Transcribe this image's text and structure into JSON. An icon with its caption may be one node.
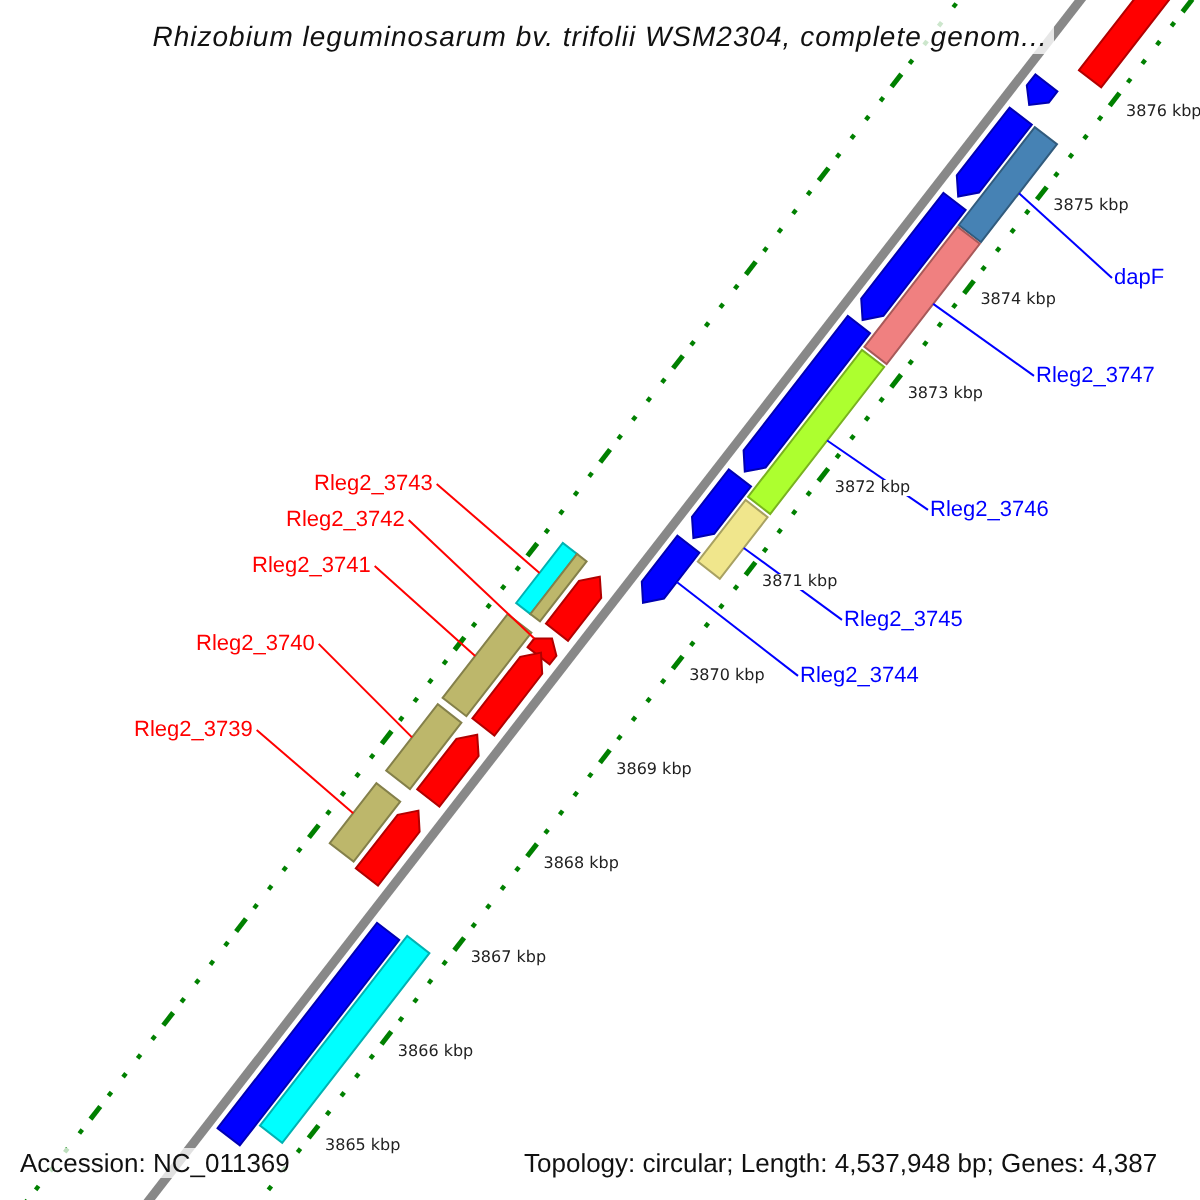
{
  "diagram": {
    "title": "Rhizobium leguminosarum bv. trifolii WSM2304, complete genom...",
    "nodes": [
      {
        "text": [
          "dapF"
        ]
      },
      {
        "text": [
          "Rleg2_3747"
        ]
      },
      {
        "text": [
          "Rleg2_3743"
        ]
      },
      {
        "text": [
          "Rleg2_3742"
        ]
      },
      {
        "text": [
          "Rleg2_3746"
        ]
      },
      {
        "text": [
          "Rleg2_3741"
        ]
      },
      {
        "text": [
          "Rleg2_3745"
        ]
      },
      {
        "text": [
          "Rleg2_3740"
        ]
      },
      {
        "text": [
          "Rleg2_3744"
        ]
      },
      {
        "text": [
          "Rleg2_3739"
        ]
      },
      {
        "text": [],
        "shape": "bar"
      },
      {
        "text": [],
        "shape": "bar"
      },
      {
        "text": [],
        "shape": "bar"
      },
      {
        "text": [],
        "shape": "arrow"
      },
      {
        "text": [],
        "shape": "bar"
      },
      {
        "text": [],
        "shape": "bar"
      },
      {
        "text": [],
        "shape": "bar"
      },
      {
        "text": [],
        "shape": "bar"
      },
      {
        "text": [],
        "shape": "arrow"
      },
      {
        "text": [],
        "shape": "bar"
      },
      {
        "text": [],
        "shape": "bar"
      },
      {
        "text": [],
        "shape": "arrow"
      },
      {
        "text": [],
        "shape": "arrow"
      },
      {
        "text": [],
        "shape": "arrow"
      },
      {
        "text": [],
        "shape": "arrow"
      },
      {
        "text": [],
        "shape": "arrow"
      },
      {
        "text": [],
        "shape": "arrow"
      },
      {
        "text": [],
        "shape": "arrow"
      },
      {
        "text": [],
        "shape": "arrow"
      },
      {
        "text": [],
        "shape": "arrow"
      },
      {
        "text": [],
        "shape": "bar"
      },
      {
        "text": [],
        "shape": "bar"
      },
      {
        "text": [],
        "shape": "arrow"
      }
    ],
    "edges": [
      {
        "from": 0,
        "to": 10,
        "arrow": "none",
        "color": "#0000ff"
      },
      {
        "from": 1,
        "to": 11,
        "arrow": "none",
        "color": "#0000ff"
      },
      {
        "from": 2,
        "to": 12,
        "arrow": "none",
        "color": "#ff0000"
      },
      {
        "from": 3,
        "to": 13,
        "arrow": "none",
        "color": "#ff0000"
      },
      {
        "from": 4,
        "to": 14,
        "arrow": "none",
        "color": "#0000ff"
      },
      {
        "from": 5,
        "to": 15,
        "arrow": "none",
        "color": "#ff0000"
      },
      {
        "from": 6,
        "to": 16,
        "arrow": "none",
        "color": "#0000ff"
      },
      {
        "from": 7,
        "to": 17,
        "arrow": "none",
        "color": "#ff0000"
      },
      {
        "from": 8,
        "to": 18,
        "arrow": "none",
        "color": "#0000ff"
      },
      {
        "from": 9,
        "to": 19,
        "arrow": "none",
        "color": "#ff0000"
      }
    ],
    "labels": [
      "3876 kbp",
      "3875 kbp",
      "3874 kbp",
      "3873 kbp",
      "3872 kbp",
      "3871 kbp",
      "3870 kbp",
      "3869 kbp",
      "3868 kbp",
      "3867 kbp",
      "3866 kbp",
      "3865 kbp",
      "Accession: NC_011369",
      "Topology: circular; Length: 4,537,948 bp; Genes: 4,387"
    ]
  }
}
